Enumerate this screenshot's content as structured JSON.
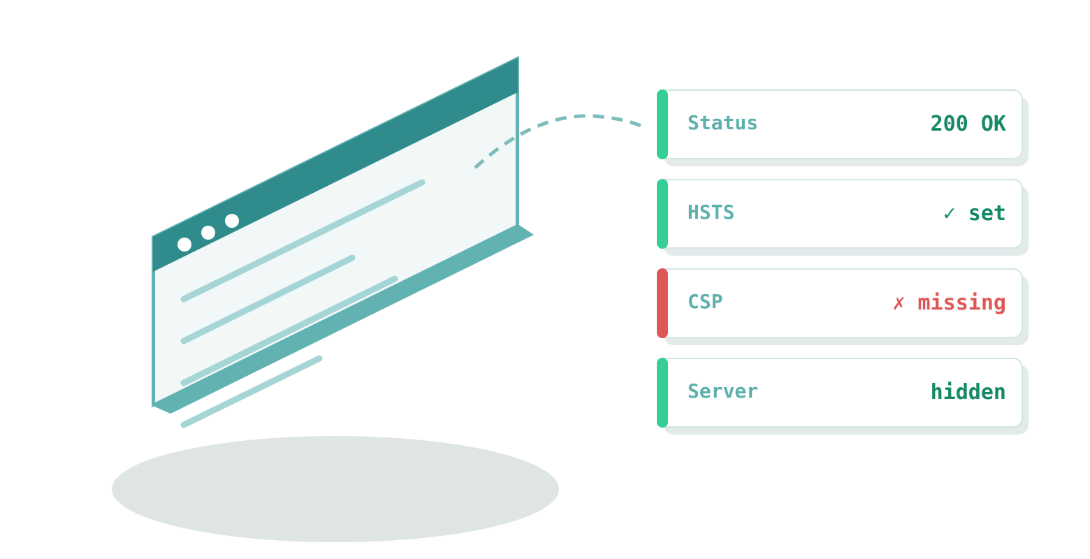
{
  "colors": {
    "teal_dark": "#2f8b8c",
    "teal_mid": "#62b2b2",
    "teal_light": "#a5d5d5",
    "screen_bg": "#f2f8f8",
    "shadow": "#dfe4e5",
    "ok_green": "#35cf95",
    "ok_text": "#168a67",
    "error_red": "#df5656",
    "label_teal": "#5cb1ad"
  },
  "cards": [
    {
      "label": "Status",
      "value": "200 OK",
      "state": "ok"
    },
    {
      "label": "HSTS",
      "value": "✓ set",
      "state": "ok"
    },
    {
      "label": "CSP",
      "value": "✗ missing",
      "state": "error"
    },
    {
      "label": "Server",
      "value": "hidden",
      "state": "ok"
    }
  ]
}
